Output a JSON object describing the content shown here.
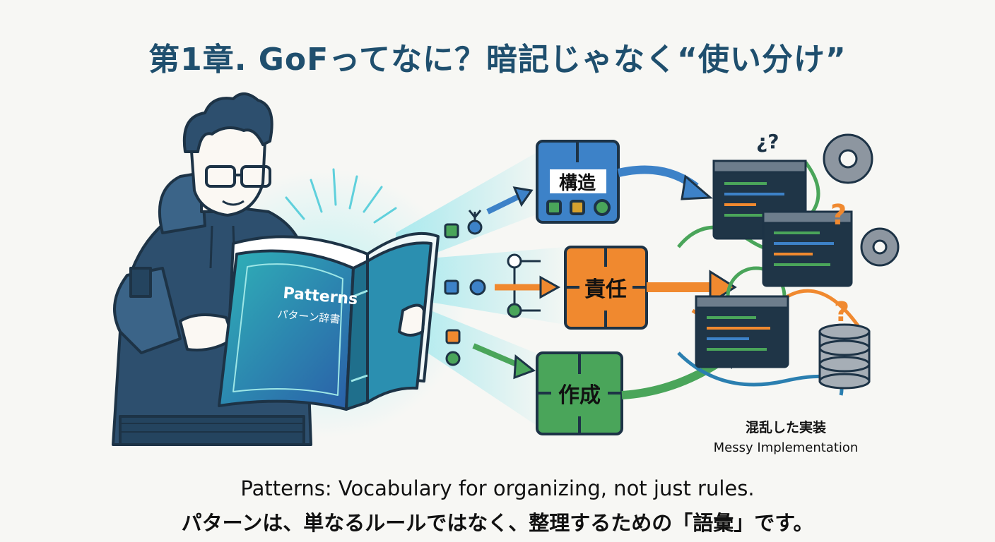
{
  "title": "第1章. GoFってなに？暗記じゃなく“使い分け”",
  "book": {
    "title": "Patterns",
    "subtitle": "パターン辞書"
  },
  "categories": [
    {
      "label": "構造",
      "color": "#3d82c8"
    },
    {
      "label": "責任",
      "color": "#f0892f"
    },
    {
      "label": "作成",
      "color": "#4aa55a"
    }
  ],
  "messy": {
    "label_jp": "混乱した実装",
    "label_en": "Messy Implementation"
  },
  "caption": {
    "en": "Patterns: Vocabulary for organizing, not just rules.",
    "jp": "パターンは、単なるルールではなく、整理するための「語彙」です。"
  },
  "colors": {
    "title": "#1f4f6e",
    "outline": "#1d3346",
    "book": "#2e9fb0",
    "hoodie": "#2d4f6e",
    "glow": "#8fe3ea"
  },
  "icons": [
    "person-reading",
    "book-icon",
    "question-icon",
    "gear-icon",
    "database-icon",
    "code-window-icon",
    "cable-icon"
  ]
}
